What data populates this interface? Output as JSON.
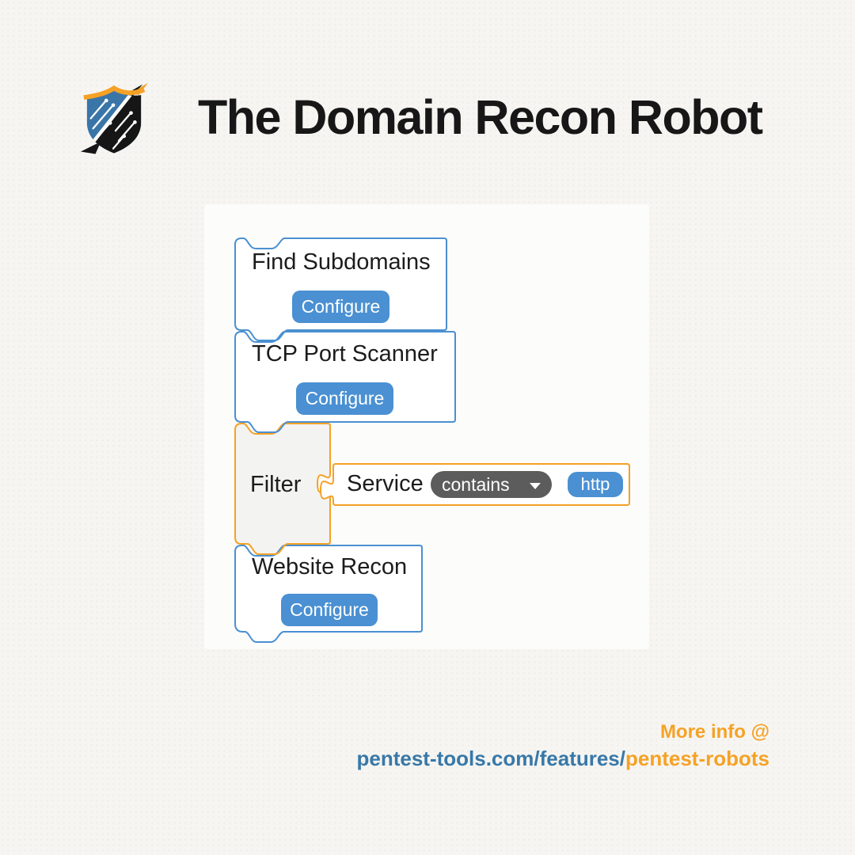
{
  "header": {
    "title": "The Domain Recon Robot",
    "logo": "pentest-tools-shield-logo"
  },
  "canvas": {
    "blocks": {
      "find_subdomains": {
        "label": "Find Subdomains",
        "button": "Configure"
      },
      "tcp_port_scanner": {
        "label": "TCP Port Scanner",
        "button": "Configure"
      },
      "filter": {
        "label": "Filter",
        "field": "Service",
        "operator": "contains",
        "value": "http"
      },
      "website_recon": {
        "label": "Website Recon",
        "button": "Configure"
      }
    }
  },
  "footer": {
    "more_info": "More info @",
    "url_prefix": "pentest-tools.com/features/",
    "url_suffix": "pentest-robots"
  },
  "colors": {
    "block_border_blue": "#4a90d2",
    "button_blue": "#4a90d2",
    "accent_orange": "#f5a125",
    "operator_pill_gray": "#5c5c5c",
    "link_blue": "#3878a8",
    "filter_fill": "#f3f3f1",
    "background": "#f6f5f2"
  }
}
